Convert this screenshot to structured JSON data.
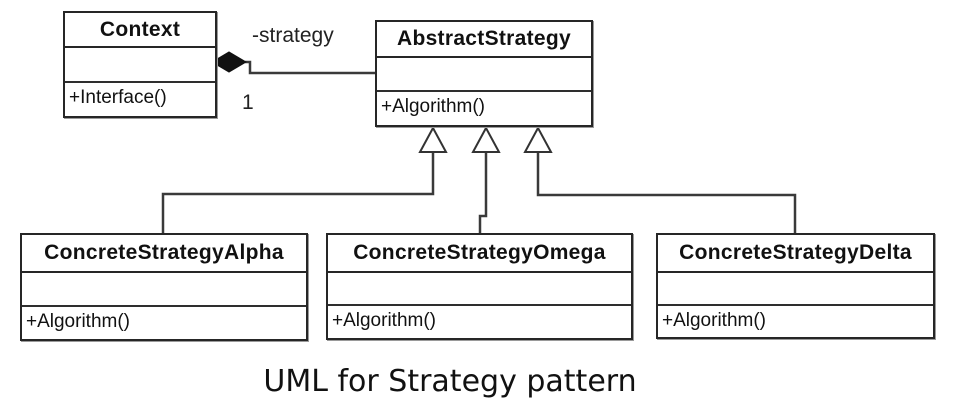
{
  "diagram": {
    "caption": "UML for Strategy pattern",
    "association": {
      "label": "-strategy",
      "multiplicity": "1"
    },
    "classes": {
      "context": {
        "name": "Context",
        "attributes": "",
        "methods": "+Interface()"
      },
      "abstract_strategy": {
        "name": "AbstractStrategy",
        "attributes": "",
        "methods": "+Algorithm()"
      },
      "concrete_alpha": {
        "name": "ConcreteStrategyAlpha",
        "attributes": "",
        "methods": "+Algorithm()"
      },
      "concrete_omega": {
        "name": "ConcreteStrategyOmega",
        "attributes": "",
        "methods": "+Algorithm()"
      },
      "concrete_delta": {
        "name": "ConcreteStrategyDelta",
        "attributes": "",
        "methods": "+Algorithm()"
      }
    },
    "colors": {
      "background": "#ffffff",
      "border": "#262626",
      "line": "#3a3a3a",
      "text": "#111111",
      "diamond_fill": "#111111"
    }
  }
}
